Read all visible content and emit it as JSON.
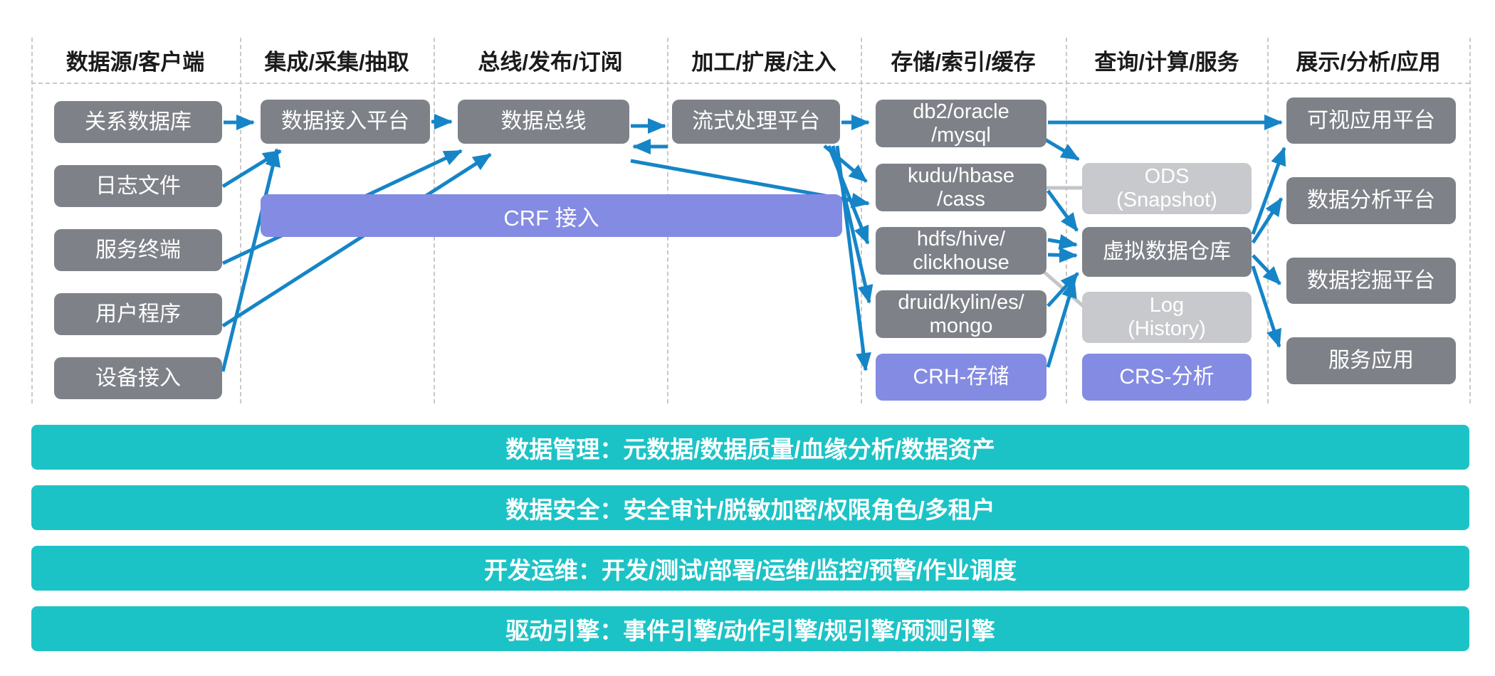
{
  "headers": [
    "数据源/客户端",
    "集成/采集/抽取",
    "总线/发布/订阅",
    "加工/扩展/注入",
    "存储/索引/缓存",
    "查询/计算/服务",
    "展示/分析/应用"
  ],
  "nodes": {
    "relational_db": "关系数据库",
    "log_files": "日志文件",
    "service_terminal": "服务终端",
    "user_program": "用户程序",
    "device_access": "设备接入",
    "data_access_platform": "数据接入平台",
    "data_bus": "数据总线",
    "stream_processing": "流式处理平台",
    "crf_access": "CRF 接入",
    "db2_oracle_mysql": "db2/oracle\n/mysql",
    "kudu_hbase_cass": "kudu/hbase\n/cass",
    "hdfs_hive_clickhouse": "hdfs/hive/\nclickhouse",
    "druid_kylin_es_mongo": "druid/kylin/es/\nmongo",
    "crh_storage": "CRH-存储",
    "ods_snapshot": "ODS\n(Snapshot)",
    "virtual_dw": "虚拟数据仓库",
    "log_history": "Log\n(History)",
    "crs_analysis": "CRS-分析",
    "visual_app_platform": "可视应用平台",
    "data_analysis_platform": "数据分析平台",
    "data_mining_platform": "数据挖掘平台",
    "service_app": "服务应用"
  },
  "bottom_bars": [
    "数据管理：元数据/数据质量/血缘分析/数据资产",
    "数据安全：安全审计/脱敏加密/权限角色/多租户",
    "开发运维：开发/测试/部署/运维/监控/预警/作业调度",
    "驱动引擎：事件引擎/动作引擎/规引擎/预测引擎"
  ],
  "colors": {
    "arrow-blue": "#1585c7",
    "box-gray": "#7e8288",
    "box-light-gray": "#c7c9cc",
    "box-purple": "#848be2",
    "bar-teal": "#1cc3c6",
    "connector-gray": "#c3c5c8",
    "dash-gray": "#c9c9c9",
    "header-text": "#1b1b1b",
    "box-text": "#ffffff"
  }
}
